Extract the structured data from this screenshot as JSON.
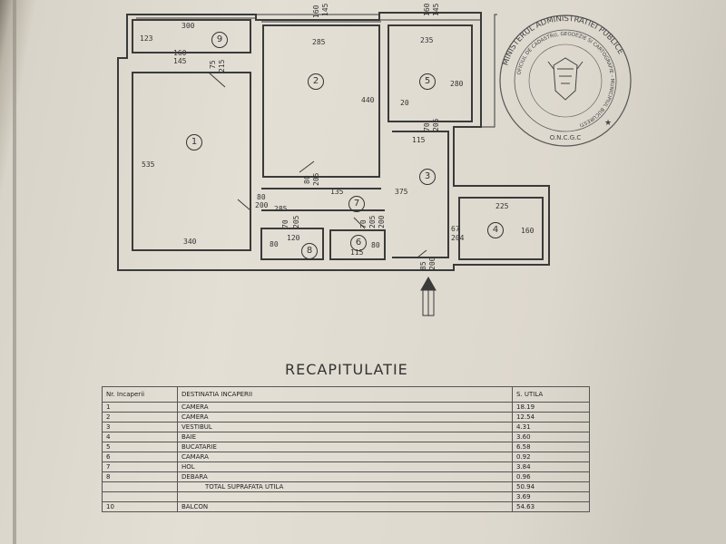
{
  "plan": {
    "rooms": [
      {
        "num": "1"
      },
      {
        "num": "2"
      },
      {
        "num": "3"
      },
      {
        "num": "4"
      },
      {
        "num": "5"
      },
      {
        "num": "6"
      },
      {
        "num": "7"
      },
      {
        "num": "8"
      },
      {
        "num": "9"
      }
    ],
    "dimensions": {
      "d300": "300",
      "d123": "123",
      "d160a": "160",
      "d145": "145",
      "d75": "75",
      "d215": "215",
      "d285a": "285",
      "d440": "440",
      "d235": "235",
      "d280": "280",
      "d20": "20",
      "d70a": "70",
      "d205a": "205",
      "d115a": "115",
      "d535": "535",
      "d80a": "80",
      "d205b": "205",
      "d135": "135",
      "d375": "375",
      "d80b": "80",
      "d200a": "200",
      "d285b": "285",
      "d70b": "70",
      "d205c": "205",
      "d200b": "200",
      "d120": "120",
      "d80c": "80",
      "d80d": "80",
      "d115b": "115",
      "d70c": "70",
      "d205d": "205",
      "d340": "340",
      "d225": "225",
      "d160b": "160",
      "d67": "67",
      "d204": "204",
      "d85": "85",
      "d200c": "200",
      "d160top": "160",
      "d145top": "145",
      "d160top2": "160",
      "d145top2": "145"
    }
  },
  "recap": {
    "title": "RECAPITULATIE",
    "headers": {
      "nr": "Nr. Incaperii",
      "dest": "DESTINATIA INCAPERII",
      "util": "S. UTILA"
    },
    "rows": [
      {
        "nr": "1",
        "dest": "CAMERA",
        "util": "18.19"
      },
      {
        "nr": "2",
        "dest": "CAMERA",
        "util": "12.54"
      },
      {
        "nr": "3",
        "dest": "VESTIBUL",
        "util": "4.31"
      },
      {
        "nr": "4",
        "dest": "BAIE",
        "util": "3.60"
      },
      {
        "nr": "5",
        "dest": "BUCATARIE",
        "util": "6.58"
      },
      {
        "nr": "6",
        "dest": "CAMARA",
        "util": "0.92"
      },
      {
        "nr": "7",
        "dest": "HOL",
        "util": "3.84"
      },
      {
        "nr": "8",
        "dest": "DEBARA",
        "util": "0.96"
      },
      {
        "nr": "",
        "dest": "TOTAL SUPRAFATA UTILA",
        "util": "50.94"
      },
      {
        "nr": "",
        "dest": "",
        "util": "3.69"
      },
      {
        "nr": "10",
        "dest": "BALCON",
        "util": "54.63"
      }
    ]
  },
  "stamp": {
    "outer_text": "MINISTERUL ADMINISTRATIEI PUBLICE",
    "inner_text": "OFICIUL DE CADASTRU, GEODEZIE SI CARTOGRAFIE - MUNICIPIUL BUCURESTI",
    "bottom_text": "O.N.C.G.C"
  }
}
